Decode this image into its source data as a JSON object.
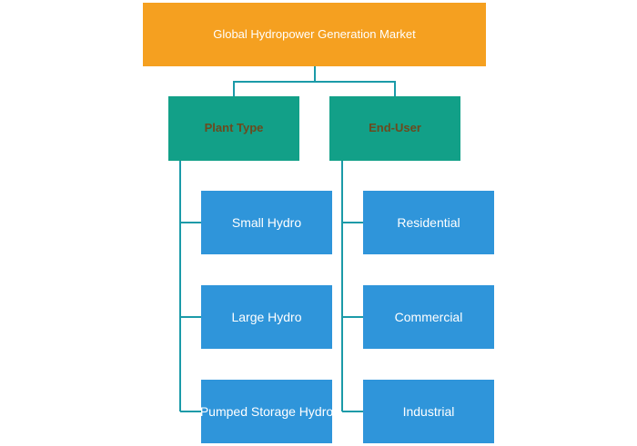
{
  "colors": {
    "root_fill": "#F5A020",
    "category_fill": "#12A088",
    "category_text": "#6B4A1E",
    "leaf_fill": "#2F95DA",
    "connector": "#1B9AA8"
  },
  "root": {
    "label": "Global Hydropower Generation Market"
  },
  "categories": [
    {
      "label": "Plant Type",
      "items": [
        "Small Hydro",
        "Large Hydro",
        "Pumped Storage Hydro"
      ]
    },
    {
      "label": "End-User",
      "items": [
        "Residential",
        "Commercial",
        "Industrial"
      ]
    }
  ]
}
